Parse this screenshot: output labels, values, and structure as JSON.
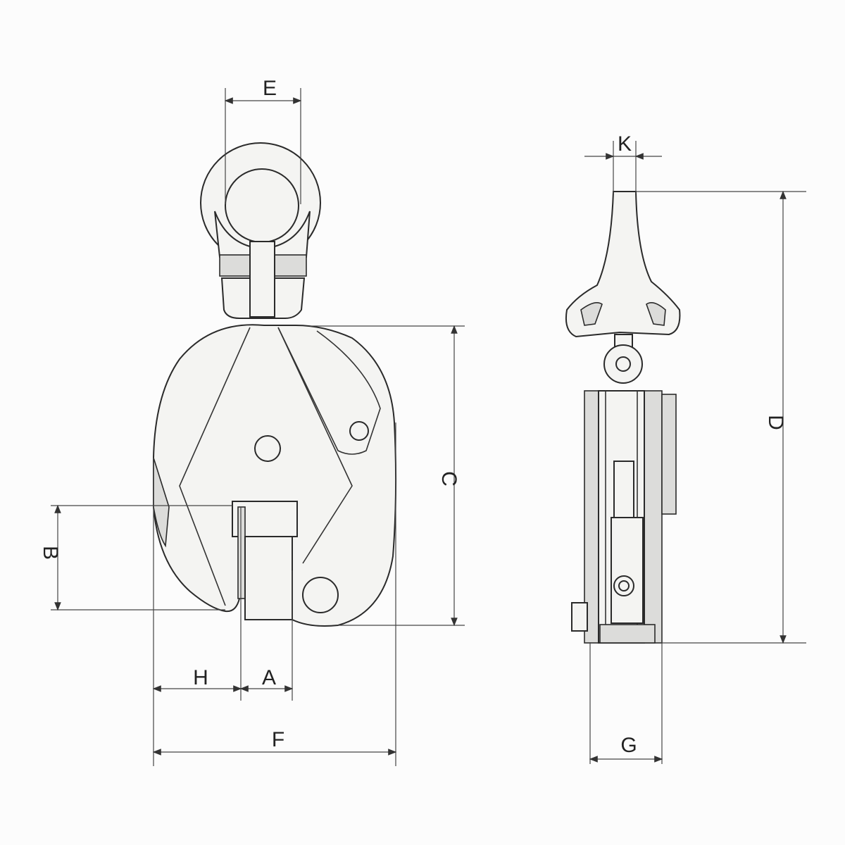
{
  "title": "Vertical plate lifting clamp dimension drawing",
  "labels": {
    "E": "E",
    "K": "K",
    "D": "D",
    "C": "C",
    "B": "B",
    "H": "H",
    "A": "A",
    "F": "F",
    "G": "G"
  },
  "colors": {
    "line": "#2a2a2a",
    "fill": "#f4f4f2",
    "shade": "#dcdcda"
  }
}
